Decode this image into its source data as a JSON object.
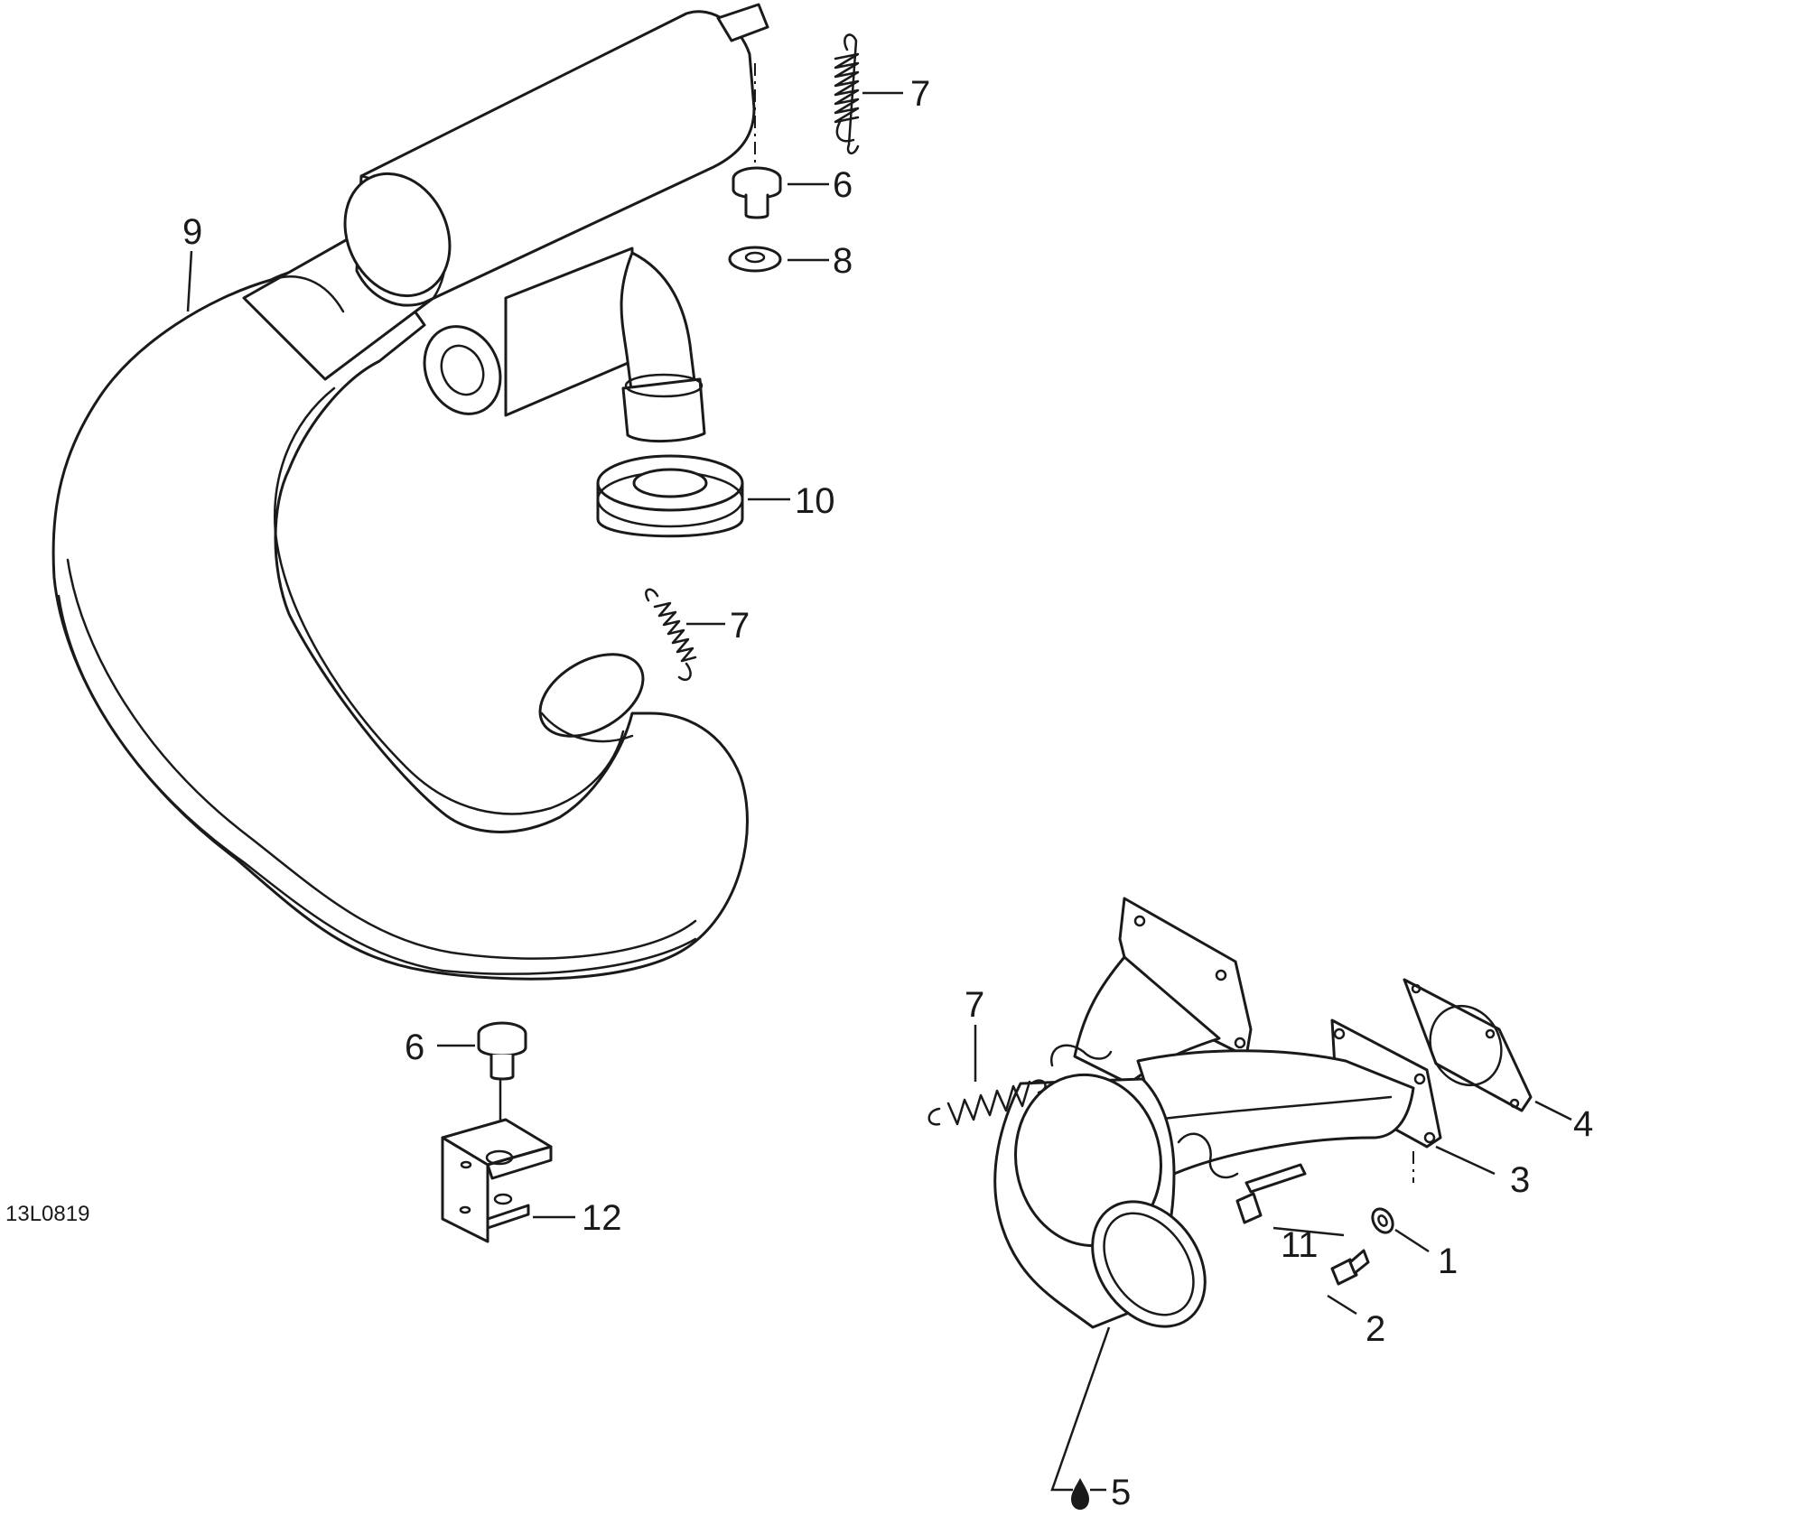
{
  "diagram": {
    "code": "13L0819",
    "callouts": {
      "c1": "1",
      "c2": "2",
      "c3": "3",
      "c4": "4",
      "c5": "5",
      "c6a": "6",
      "c6b": "6",
      "c7a": "7",
      "c7b": "7",
      "c7c": "7",
      "c8": "8",
      "c9": "9",
      "c10": "10",
      "c11": "11",
      "c12": "12"
    },
    "icons": {
      "sealant": "oil-drop-icon"
    }
  }
}
